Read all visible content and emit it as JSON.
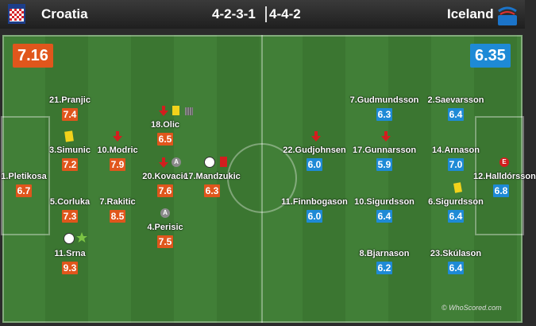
{
  "home": {
    "name": "Croatia",
    "formation": "4-2-3-1",
    "rating": "7.16",
    "color": "#e0561c"
  },
  "away": {
    "name": "Iceland",
    "formation": "4-4-2",
    "rating": "6.35",
    "color": "#1e8ad6"
  },
  "home_players": [
    {
      "name": "21.Pranjic",
      "rating": "7.4"
    },
    {
      "name": "3.Simunic",
      "rating": "7.2",
      "icons": [
        "yellow-card-icon"
      ]
    },
    {
      "name": "10.Modric",
      "rating": "7.9",
      "icons": [
        "sub-off-arrow-icon"
      ]
    },
    {
      "name": "18.Olic",
      "rating": "6.5",
      "icons": [
        "sub-off-arrow-icon",
        "yellow-card-icon",
        "key-pass-icon"
      ]
    },
    {
      "name": "1.Pletikosa",
      "rating": "6.7"
    },
    {
      "name": "20.Kovacic",
      "rating": "7.6",
      "icons": [
        "sub-off-arrow-icon",
        "assist-icon"
      ]
    },
    {
      "name": "17.Mandzukic",
      "rating": "6.3",
      "icons": [
        "goal-icon",
        "red-card-icon"
      ]
    },
    {
      "name": "5.Corluka",
      "rating": "7.3"
    },
    {
      "name": "7.Rakitic",
      "rating": "8.5"
    },
    {
      "name": "4.Perisic",
      "rating": "7.5",
      "icons": [
        "assist-icon"
      ]
    },
    {
      "name": "11.Srna",
      "rating": "9.3",
      "icons": [
        "goal-icon",
        "man-of-the-match-star-icon"
      ]
    }
  ],
  "away_players": [
    {
      "name": "7.Gudmundsson",
      "rating": "6.3"
    },
    {
      "name": "2.Saevarsson",
      "rating": "6.4"
    },
    {
      "name": "22.Gudjohnsen",
      "rating": "6.0",
      "icons": [
        "sub-off-arrow-icon"
      ]
    },
    {
      "name": "17.Gunnarsson",
      "rating": "5.9",
      "icons": [
        "sub-off-arrow-icon"
      ]
    },
    {
      "name": "14.Arnason",
      "rating": "7.0"
    },
    {
      "name": "12.Halldórsson",
      "rating": "6.8",
      "icons": [
        "error-icon"
      ]
    },
    {
      "name": "11.Finnbogason",
      "rating": "6.0"
    },
    {
      "name": "10.Sigurdsson",
      "rating": "6.4"
    },
    {
      "name": "6.Sigurdsson",
      "rating": "6.4",
      "icons": [
        "yellow-card-icon"
      ]
    },
    {
      "name": "8.Bjarnason",
      "rating": "6.2"
    },
    {
      "name": "23.Skúlason",
      "rating": "6.4"
    }
  ],
  "watermark": "© WhoScored.com"
}
